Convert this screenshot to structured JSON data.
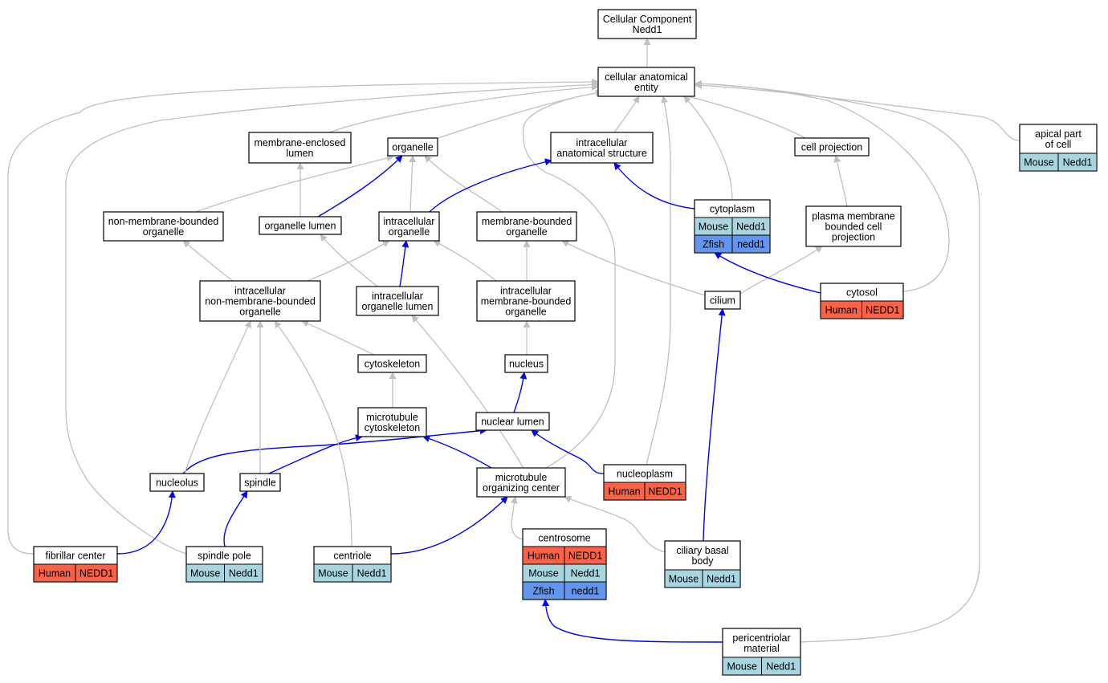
{
  "colors": {
    "human": "#fa6248",
    "mouse": "#a7d6e0",
    "zfish": "#6495ed",
    "edge_gray": "#c0c0c0",
    "edge_blue": "#0000ff"
  },
  "nodes": {
    "root": {
      "lines": [
        "Cellular Component",
        "Nedd1"
      ]
    },
    "cae": {
      "lines": [
        "cellular anatomical",
        "entity"
      ]
    },
    "mel": {
      "lines": [
        "membrane-enclosed",
        "lumen"
      ]
    },
    "organelle": {
      "lines": [
        "organelle"
      ]
    },
    "ias": {
      "lines": [
        "intracellular",
        "anatomical structure"
      ]
    },
    "cellproj": {
      "lines": [
        "cell projection"
      ]
    },
    "apical": {
      "lines": [
        "apical part",
        "of cell"
      ],
      "cells": [
        [
          {
            "t": "Mouse",
            "c": "mouse"
          },
          {
            "t": "Nedd1",
            "c": "mouse"
          }
        ]
      ]
    },
    "nmbo": {
      "lines": [
        "non-membrane-bounded",
        "organelle"
      ]
    },
    "orglumen": {
      "lines": [
        "organelle lumen"
      ]
    },
    "intorg": {
      "lines": [
        "intracellular",
        "organelle"
      ]
    },
    "mbo": {
      "lines": [
        "membrane-bounded",
        "organelle"
      ]
    },
    "cytoplasm": {
      "lines": [
        "cytoplasm"
      ],
      "cells": [
        [
          {
            "t": "Mouse",
            "c": "mouse"
          },
          {
            "t": "Nedd1",
            "c": "mouse"
          }
        ],
        [
          {
            "t": "Zfish",
            "c": "zfish"
          },
          {
            "t": "nedd1",
            "c": "zfish"
          }
        ]
      ]
    },
    "pmbcp": {
      "lines": [
        "plasma membrane",
        "bounded cell",
        "projection"
      ]
    },
    "inmbo": {
      "lines": [
        "intracellular",
        "non-membrane-bounded",
        "organelle"
      ]
    },
    "iol": {
      "lines": [
        "intracellular",
        "organelle lumen"
      ]
    },
    "imbo": {
      "lines": [
        "intracellular",
        "membrane-bounded",
        "organelle"
      ]
    },
    "cilium": {
      "lines": [
        "cilium"
      ]
    },
    "cytosol": {
      "lines": [
        "cytosol"
      ],
      "cells": [
        [
          {
            "t": "Human",
            "c": "human"
          },
          {
            "t": "NEDD1",
            "c": "human"
          }
        ]
      ]
    },
    "cytoskel": {
      "lines": [
        "cytoskeleton"
      ]
    },
    "nucleus": {
      "lines": [
        "nucleus"
      ]
    },
    "mtcyto": {
      "lines": [
        "microtubule",
        "cytoskeleton"
      ]
    },
    "nuclumen": {
      "lines": [
        "nuclear lumen"
      ]
    },
    "nucleolus": {
      "lines": [
        "nucleolus"
      ]
    },
    "spindle": {
      "lines": [
        "spindle"
      ]
    },
    "mtoc": {
      "lines": [
        "microtubule",
        "organizing center"
      ]
    },
    "nucleoplasm": {
      "lines": [
        "nucleoplasm"
      ],
      "cells": [
        [
          {
            "t": "Human",
            "c": "human"
          },
          {
            "t": "NEDD1",
            "c": "human"
          }
        ]
      ]
    },
    "centrosome": {
      "lines": [
        "centrosome"
      ],
      "cells": [
        [
          {
            "t": "Human",
            "c": "human"
          },
          {
            "t": "NEDD1",
            "c": "human"
          }
        ],
        [
          {
            "t": "Mouse",
            "c": "mouse"
          },
          {
            "t": "Nedd1",
            "c": "mouse"
          }
        ],
        [
          {
            "t": "Zfish",
            "c": "zfish"
          },
          {
            "t": "nedd1",
            "c": "zfish"
          }
        ]
      ]
    },
    "fibcenter": {
      "lines": [
        "fibrillar center"
      ],
      "cells": [
        [
          {
            "t": "Human",
            "c": "human"
          },
          {
            "t": "NEDD1",
            "c": "human"
          }
        ]
      ]
    },
    "spindlepole": {
      "lines": [
        "spindle pole"
      ],
      "cells": [
        [
          {
            "t": "Mouse",
            "c": "mouse"
          },
          {
            "t": "Nedd1",
            "c": "mouse"
          }
        ]
      ]
    },
    "centriole": {
      "lines": [
        "centriole"
      ],
      "cells": [
        [
          {
            "t": "Mouse",
            "c": "mouse"
          },
          {
            "t": "Nedd1",
            "c": "mouse"
          }
        ]
      ]
    },
    "ciliarybb": {
      "lines": [
        "ciliary basal",
        "body"
      ],
      "cells": [
        [
          {
            "t": "Mouse",
            "c": "mouse"
          },
          {
            "t": "Nedd1",
            "c": "mouse"
          }
        ]
      ]
    },
    "pcm": {
      "lines": [
        "pericentriolar",
        "material"
      ],
      "cells": [
        [
          {
            "t": "Mouse",
            "c": "mouse"
          },
          {
            "t": "Nedd1",
            "c": "mouse"
          }
        ]
      ]
    }
  }
}
